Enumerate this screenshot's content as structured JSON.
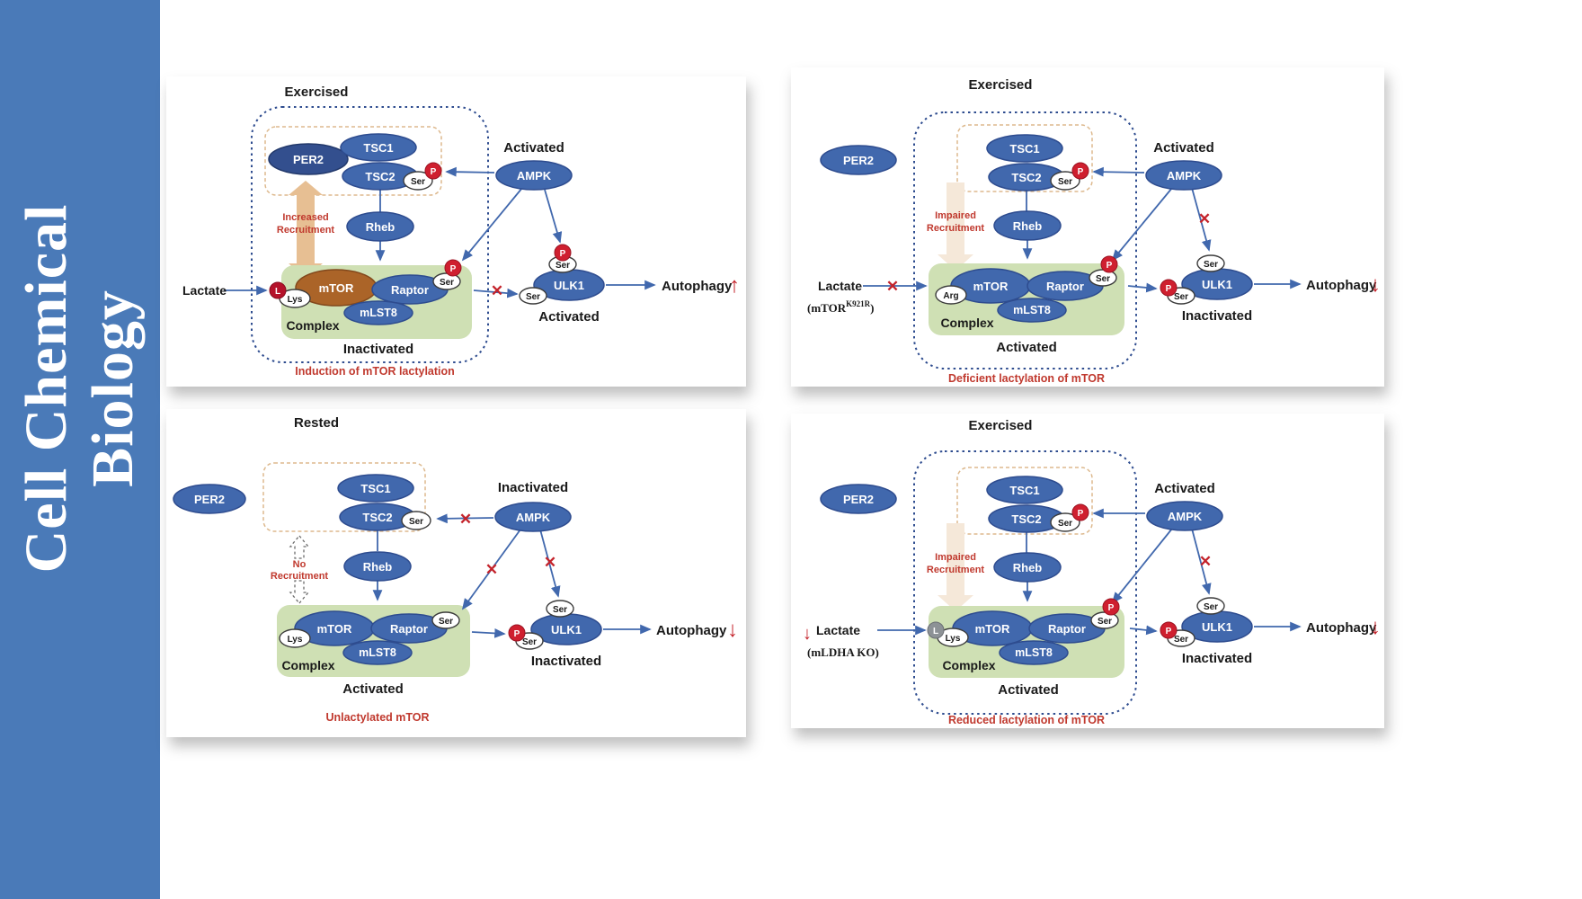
{
  "sidebar": {
    "line1": "Cell Chemical",
    "line2": "Biology"
  },
  "icons": {
    "x": "✕",
    "up": "↑",
    "down": "↓"
  },
  "p1": {
    "title": "Exercised",
    "per2": "PER2",
    "tsc1": "TSC1",
    "tsc2": "TSC2",
    "tsc2_ser": "Ser",
    "tsc2_p": "P",
    "ampk": "AMPK",
    "ampk_state": "Activated",
    "rheb": "Rheb",
    "recruit1": "Increased",
    "recruit2": "Recruitment",
    "lactate": "Lactate",
    "l_badge": "L",
    "lys": "Lys",
    "mtor": "mTOR",
    "raptor": "Raptor",
    "mlst8": "mLST8",
    "raptor_ser": "Ser",
    "raptor_p": "P",
    "complex": "Complex",
    "complex_state": "Inactivated",
    "ulk1": "ULK1",
    "ulk1_ser_top": "Ser",
    "ulk1_p_top": "P",
    "ulk1_ser_left": "Ser",
    "ulk1_state": "Activated",
    "autophagy": "Autophagy",
    "caption": "Induction of mTOR lactylation"
  },
  "p2": {
    "title": "Exercised",
    "per2": "PER2",
    "tsc1": "TSC1",
    "tsc2": "TSC2",
    "tsc2_ser": "Ser",
    "tsc2_p": "P",
    "ampk": "AMPK",
    "ampk_state": "Activated",
    "rheb": "Rheb",
    "recruit1": "Impaired",
    "recruit2": "Recruitment",
    "lactate": "Lactate",
    "genotype_pre": "(mTOR",
    "genotype_sup": "K921R",
    "genotype_post": ")",
    "arg": "Arg",
    "mtor": "mTOR",
    "raptor": "Raptor",
    "mlst8": "mLST8",
    "raptor_ser": "Ser",
    "raptor_p": "P",
    "complex": "Complex",
    "complex_state": "Activated",
    "ulk1": "ULK1",
    "ulk1_ser_top": "Ser",
    "ulk1_p_left": "P",
    "ulk1_ser_left": "Ser",
    "ulk1_state": "Inactivated",
    "autophagy": "Autophagy",
    "caption": "Deficient lactylation of mTOR"
  },
  "p3": {
    "title": "Rested",
    "per2": "PER2",
    "tsc1": "TSC1",
    "tsc2": "TSC2",
    "tsc2_ser": "Ser",
    "ampk": "AMPK",
    "ampk_state": "Inactivated",
    "rheb": "Rheb",
    "recruit1": "No",
    "recruit2": "Recruitment",
    "lys": "Lys",
    "mtor": "mTOR",
    "raptor": "Raptor",
    "mlst8": "mLST8",
    "raptor_ser": "Ser",
    "complex": "Complex",
    "complex_state": "Activated",
    "ulk1": "ULK1",
    "ulk1_ser_top": "Ser",
    "ulk1_p_left": "P",
    "ulk1_ser_left": "Ser",
    "ulk1_state": "Inactivated",
    "autophagy": "Autophagy",
    "caption": "Unlactylated mTOR"
  },
  "p4": {
    "title": "Exercised",
    "per2": "PER2",
    "tsc1": "TSC1",
    "tsc2": "TSC2",
    "tsc2_ser": "Ser",
    "tsc2_p": "P",
    "ampk": "AMPK",
    "ampk_state": "Activated",
    "rheb": "Rheb",
    "recruit1": "Impaired",
    "recruit2": "Recruitment",
    "lactate": "Lactate",
    "genotype": "(mLDHA KO)",
    "l_badge": "L",
    "lys": "Lys",
    "mtor": "mTOR",
    "raptor": "Raptor",
    "mlst8": "mLST8",
    "raptor_ser": "Ser",
    "raptor_p": "P",
    "complex": "Complex",
    "complex_state": "Activated",
    "ulk1": "ULK1",
    "ulk1_ser_top": "Ser",
    "ulk1_p_left": "P",
    "ulk1_ser_left": "Ser",
    "ulk1_state": "Inactivated",
    "autophagy": "Autophagy",
    "caption": "Reduced lactylation of mTOR"
  }
}
